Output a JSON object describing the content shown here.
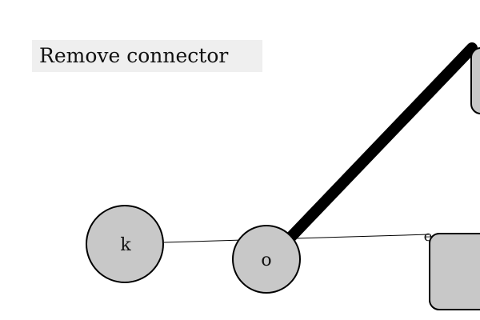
{
  "task": {
    "instruction": "Remove connector"
  },
  "nodes": {
    "k": {
      "label": "k"
    },
    "o": {
      "label": "o"
    },
    "partial_top_right": {
      "label": ""
    },
    "partial_bottom_right": {
      "label": "e"
    }
  },
  "colors": {
    "node_fill": "#c8c8c8",
    "stroke": "#000000",
    "instruction_bg": "#efefef"
  }
}
